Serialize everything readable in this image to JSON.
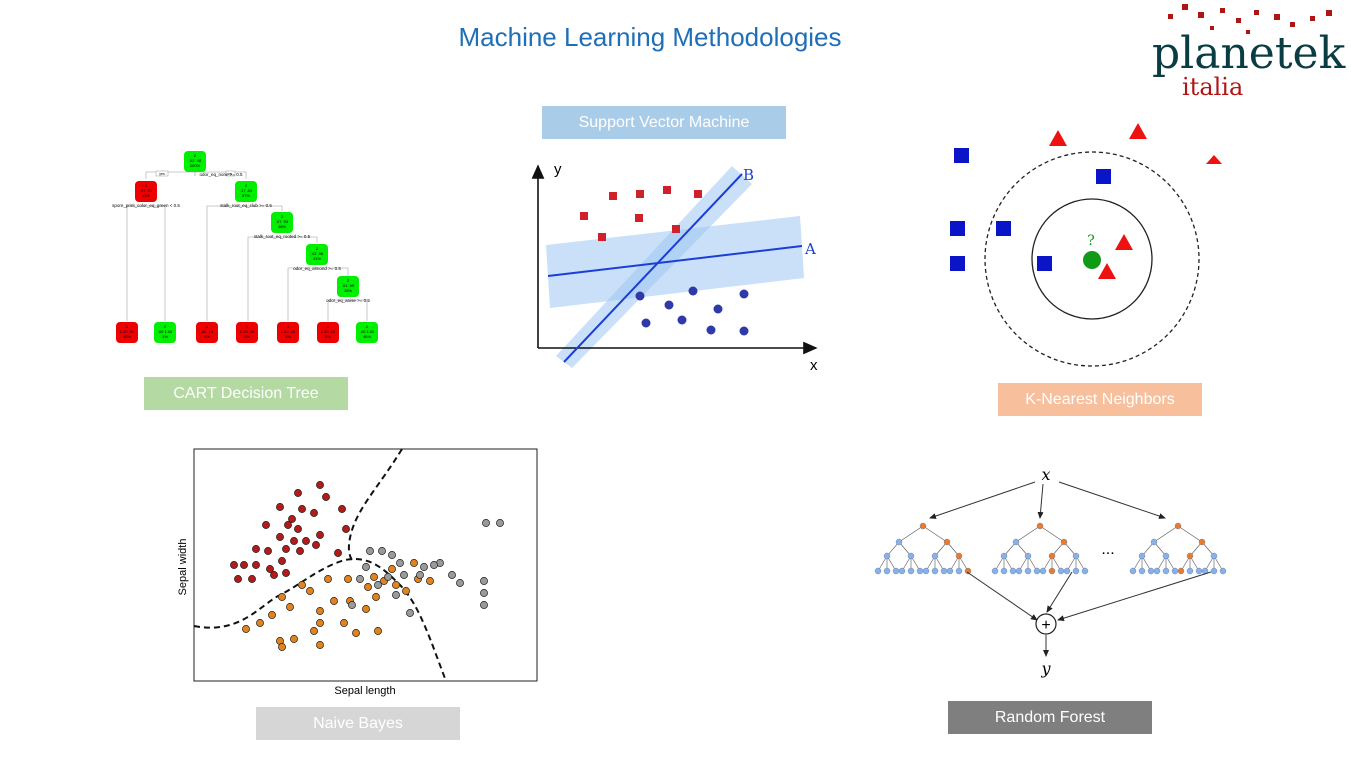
{
  "title": "Machine Learning Methodologies",
  "logo": {
    "main": "planetek",
    "sub": "italia"
  },
  "labels": {
    "svm": "Support Vector Machine",
    "cart": "CART Decision Tree",
    "knn": "K-Nearest Neighbors",
    "nb": "Naive Bayes",
    "rf": "Random Forest"
  },
  "svm": {
    "y_axis": "y",
    "x_axis": "x",
    "line_a": "A",
    "line_b": "B"
  },
  "knn": {
    "query": "?"
  },
  "nb": {
    "xlabel": "Sepal length",
    "ylabel": "Sepal width"
  },
  "rf": {
    "input": "x",
    "output": "y",
    "ellipsis": "...",
    "combine": "+"
  },
  "cart": {
    "nodes": {
      "root": [
        "2",
        ".02 .48",
        "100%"
      ],
      "n1": [
        "1",
        ".97 .03",
        "43%"
      ],
      "n2": [
        "2",
        ".17 .83",
        "57%"
      ],
      "n3": [
        "2",
        ".07 .93",
        "46%"
      ],
      "n4": [
        "2",
        ".02 .98",
        "41%"
      ],
      "n5": [
        "2",
        ".01 .99",
        "35%"
      ]
    },
    "splits": {
      "root": "odor_eq_none >= 0.5",
      "n1": "spore_print_color_eq_green < 0.5",
      "n2": "stalk_root_eq_club >= 0.5",
      "n3": "stalk_root_eq_rooted >= 0.5",
      "n4": "odor_eq_almond >= 0.5",
      "n5": "odor_eq_anise >= 0.5"
    },
    "branch_yes": "yes",
    "branch_no": "no",
    "leaves": [
      [
        "1",
        "1.00 .00",
        "42%"
      ],
      [
        "2",
        ".00 1.00",
        "1%"
      ],
      [
        "1",
        ".86 .14",
        "4%"
      ],
      [
        "1",
        "1.00 .00",
        "5%"
      ],
      [
        "1",
        "1.00 .00",
        "1%"
      ],
      [
        "1",
        "1.00 .00",
        "2%"
      ],
      [
        "2",
        ".00 1.00",
        "46%"
      ]
    ]
  },
  "colors": {
    "title": "#1f6fb8",
    "svm_blue_line": "#1b3fd6",
    "svm_red": "#d0202a",
    "svm_dot": "#2e3aa8",
    "knn_blue": "#0a15c8",
    "knn_red": "#ee1111",
    "knn_green": "#0f9a17",
    "cart_red": "#ee0000",
    "cart_green": "#00ee00",
    "nb_red": "#b41a1a",
    "nb_orange": "#e2831d",
    "nb_gray": "#9a9a9a",
    "rf_blue": "#8ab0e8",
    "rf_orange": "#ec7a2a",
    "logo_green": "#0a3d43",
    "logo_red": "#b01515"
  }
}
